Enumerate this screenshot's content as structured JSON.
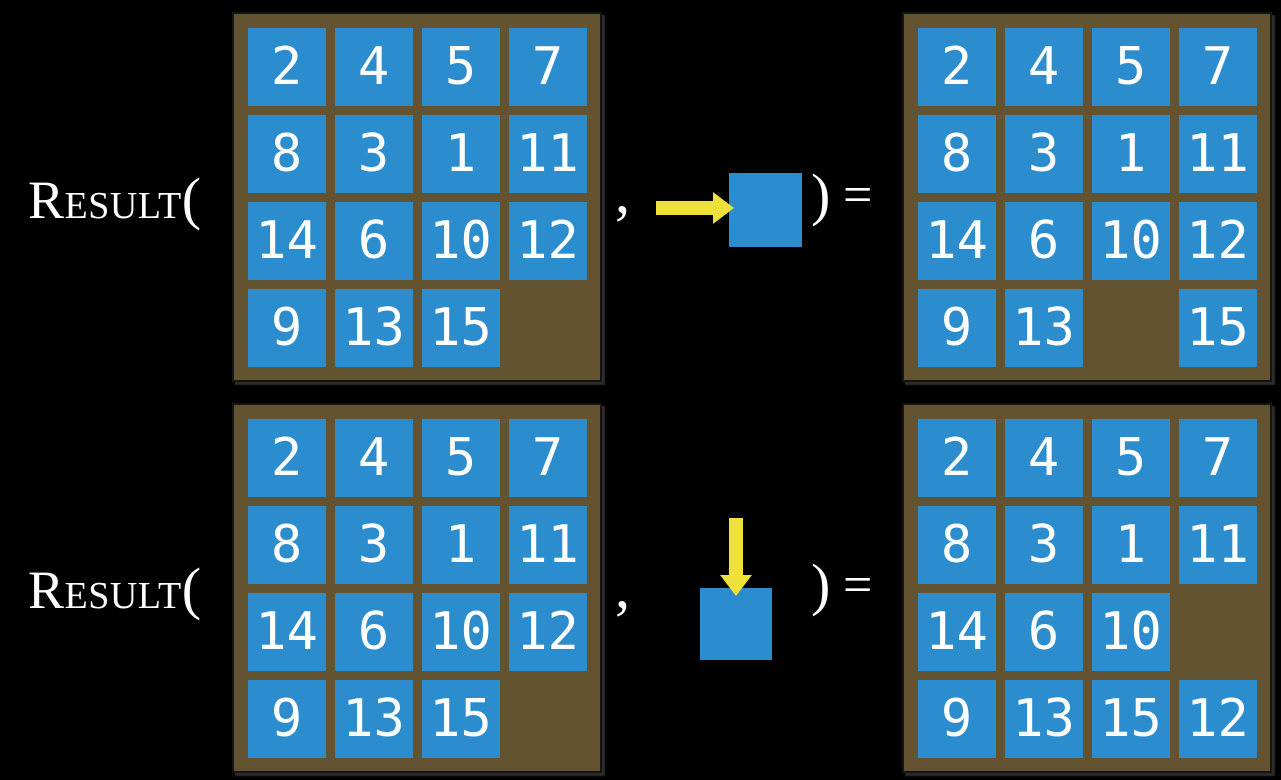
{
  "colors": {
    "background": "#000000",
    "frame_brown": "#645330",
    "tile_blue": "#2B8CCE",
    "arrow_yellow": "#F0E03A",
    "text_white": "#FFFFFF"
  },
  "function_label": {
    "name": "Result",
    "open_paren": "(",
    "comma": ",",
    "close_paren": ")",
    "equals": "="
  },
  "examples": [
    {
      "move_arrow_icon": "arrow-right-icon",
      "move_direction": "right",
      "input_grid": [
        [
          "2",
          "4",
          "5",
          "7"
        ],
        [
          "8",
          "3",
          "1",
          "11"
        ],
        [
          "14",
          "6",
          "10",
          "12"
        ],
        [
          "9",
          "13",
          "15",
          ""
        ]
      ],
      "output_grid": [
        [
          "2",
          "4",
          "5",
          "7"
        ],
        [
          "8",
          "3",
          "1",
          "11"
        ],
        [
          "14",
          "6",
          "10",
          "12"
        ],
        [
          "9",
          "13",
          "",
          "15"
        ]
      ]
    },
    {
      "move_arrow_icon": "arrow-down-icon",
      "move_direction": "down",
      "input_grid": [
        [
          "2",
          "4",
          "5",
          "7"
        ],
        [
          "8",
          "3",
          "1",
          "11"
        ],
        [
          "14",
          "6",
          "10",
          "12"
        ],
        [
          "9",
          "13",
          "15",
          ""
        ]
      ],
      "output_grid": [
        [
          "2",
          "4",
          "5",
          "7"
        ],
        [
          "8",
          "3",
          "1",
          "11"
        ],
        [
          "14",
          "6",
          "10",
          ""
        ],
        [
          "9",
          "13",
          "15",
          "12"
        ]
      ]
    }
  ]
}
